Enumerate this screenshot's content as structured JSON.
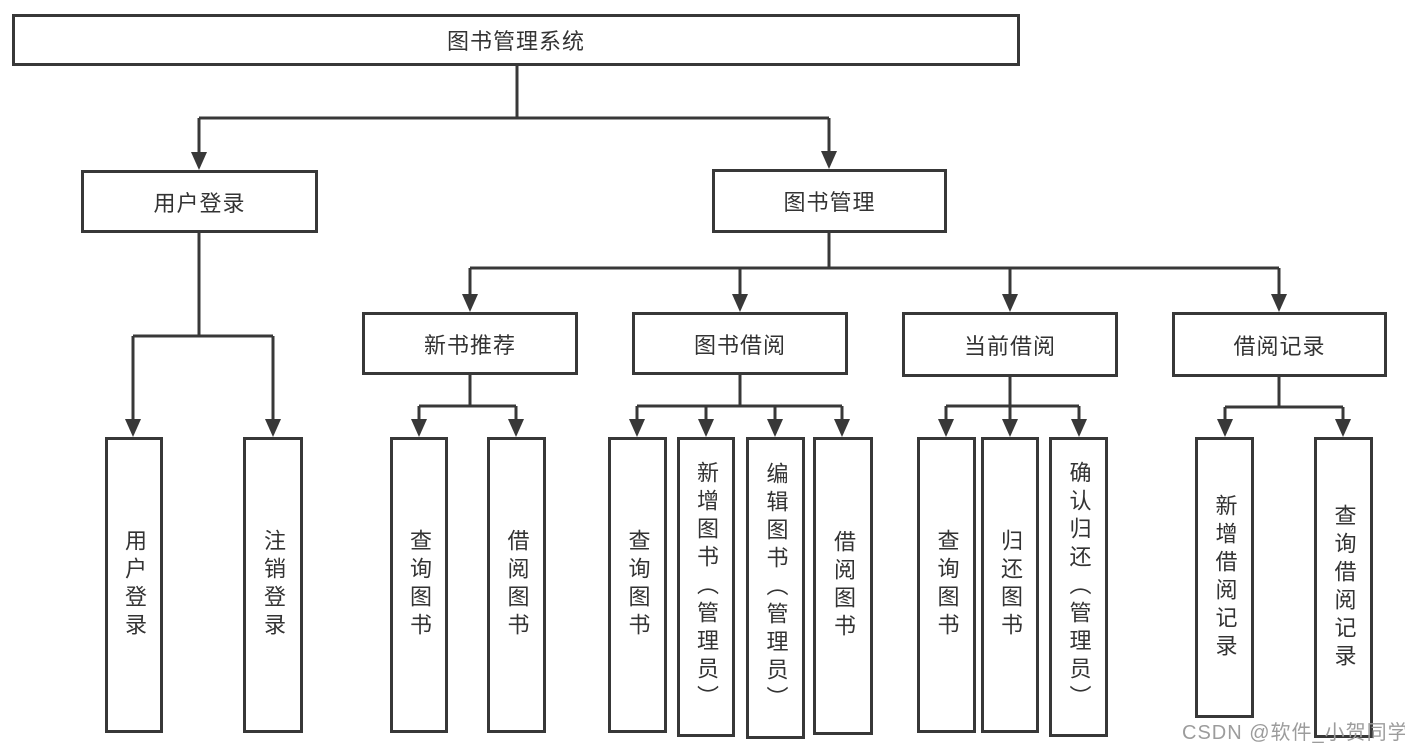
{
  "diagram": {
    "title_node": {
      "label": "图书管理系统"
    },
    "level2": [
      {
        "label": "用户登录"
      },
      {
        "label": "图书管理"
      }
    ],
    "level3": [
      {
        "label": "新书推荐"
      },
      {
        "label": "图书借阅"
      },
      {
        "label": "当前借阅"
      },
      {
        "label": "借阅记录"
      }
    ],
    "leaves": {
      "user_login": [
        {
          "label": "用户登录"
        },
        {
          "label": "注销登录"
        }
      ],
      "new_book_rec": [
        {
          "label": "查询图书"
        },
        {
          "label": "借阅图书"
        }
      ],
      "book_borrow": [
        {
          "label": "查询图书"
        },
        {
          "label": "新增图书（管理员）"
        },
        {
          "label": "编辑图书（管理员）"
        },
        {
          "label": "借阅图书"
        }
      ],
      "current_borrow": [
        {
          "label": "查询图书"
        },
        {
          "label": "归还图书"
        },
        {
          "label": "确认归还（管理员）"
        }
      ],
      "borrow_records": [
        {
          "label": "新增借阅记录"
        },
        {
          "label": "查询借阅记录"
        }
      ]
    }
  },
  "watermark": {
    "text": "CSDN @软件_小贺同学"
  },
  "colors": {
    "line": "#383838",
    "text": "#333333",
    "watermark": "#9c9c9c",
    "background": "#ffffff"
  }
}
